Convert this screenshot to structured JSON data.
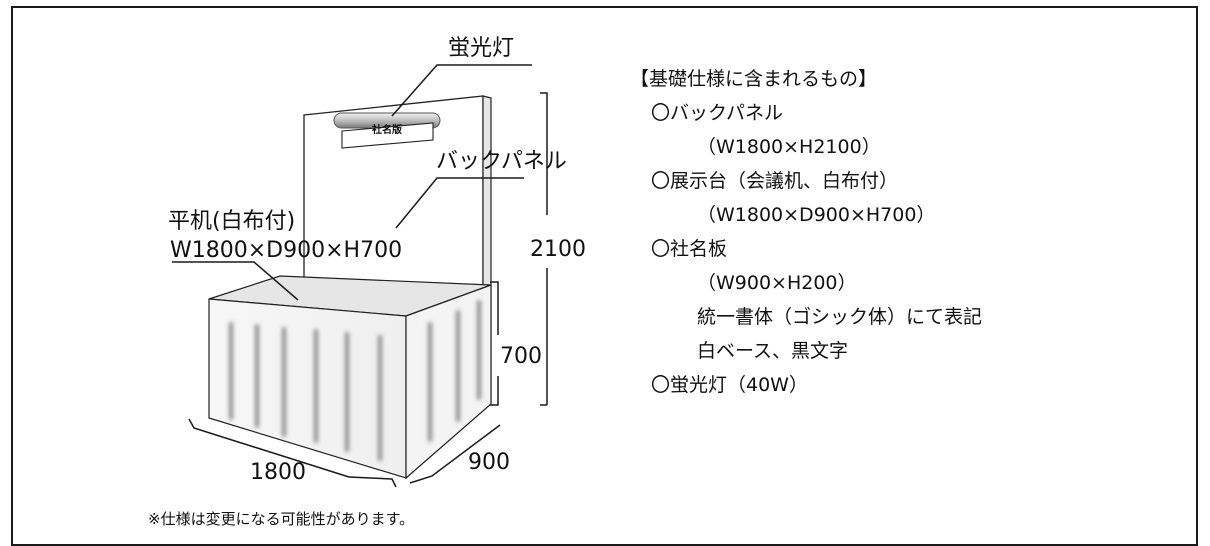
{
  "labels": {
    "light": "蛍光灯",
    "sign": "社名版",
    "back_panel": "バックパネル",
    "table_name": "平机(白布付)",
    "table_size": "W1800×D900×H700",
    "dim_height_total": "2100",
    "dim_height_table": "700",
    "dim_width": "1800",
    "dim_depth": "900"
  },
  "note": "※仕様は変更になる可能性があります。",
  "specs": {
    "heading": "【基礎仕様に含まれるもの】",
    "items": [
      "〇バックパネル",
      "（W1800×H2100）",
      "〇展示台（会議机、白布付）",
      "（W1800×D900×H700）",
      "〇社名板",
      "（W900×H200）",
      "統一書体（ゴシック体）にて表記",
      "白ベース、黒文字",
      "〇蛍光灯（40W）"
    ]
  }
}
